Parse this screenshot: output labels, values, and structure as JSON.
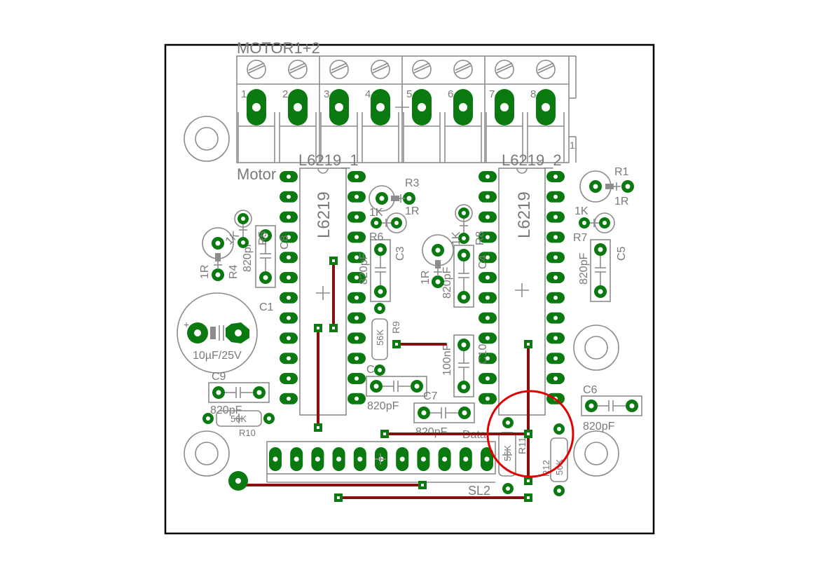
{
  "board": {
    "colors": {
      "outline": "#000000",
      "silkscreen": "#8c8c8c",
      "copper_pad": "#0a7a10",
      "trace": "#8b0e0e",
      "highlight": "#e00000"
    }
  },
  "connectors": {
    "motor_header": {
      "name": "MOTOR1+2",
      "sub_label": "Motor",
      "pins": [
        "1",
        "2",
        "3",
        "4",
        "5",
        "6",
        "7",
        "8"
      ],
      "side_mark": "1"
    },
    "sl2": {
      "name": "SL2"
    }
  },
  "ics": {
    "ic1": {
      "ref": "L6219_1",
      "value": "L6219"
    },
    "ic2": {
      "ref": "L6219_2",
      "value": "L6219"
    }
  },
  "components": {
    "r1": {
      "ref": "R1",
      "value": "1R"
    },
    "r3": {
      "ref": "R3",
      "value": "1R"
    },
    "r4": {
      "ref": "R4",
      "value": "1R"
    },
    "r2_value": "1R",
    "r5": {
      "ref": "R5",
      "value": "1K"
    },
    "r6": {
      "ref": "R6",
      "value": "1K"
    },
    "r7": {
      "ref": "R7",
      "value": "1K"
    },
    "r8": {
      "ref": "R8",
      "value": "1K"
    },
    "r9": {
      "ref": "R9",
      "value": "56K"
    },
    "r10": {
      "ref": "R10",
      "value": "56K"
    },
    "r11": {
      "ref": "R11",
      "value": "56K"
    },
    "r12": {
      "ref": "R12",
      "value": "56K"
    },
    "c1": {
      "ref": "C1",
      "value": "10µF/25V"
    },
    "c2": {
      "ref": "C2",
      "value": "820pF"
    },
    "c3": {
      "ref": "C3",
      "value": "820pF"
    },
    "c4": {
      "ref": "C4",
      "value": "820pF"
    },
    "c5": {
      "ref": "C5",
      "value": "820pF"
    },
    "c6": {
      "ref": "C6",
      "value": "820pF"
    },
    "c7": {
      "ref": "C7",
      "value": "820pF"
    },
    "c8": {
      "ref": "C8",
      "value": "820pF"
    },
    "c9": {
      "ref": "C9",
      "value": "820pF"
    },
    "c10": {
      "ref": "C10",
      "value": "100nF"
    },
    "data_label": "Data"
  }
}
